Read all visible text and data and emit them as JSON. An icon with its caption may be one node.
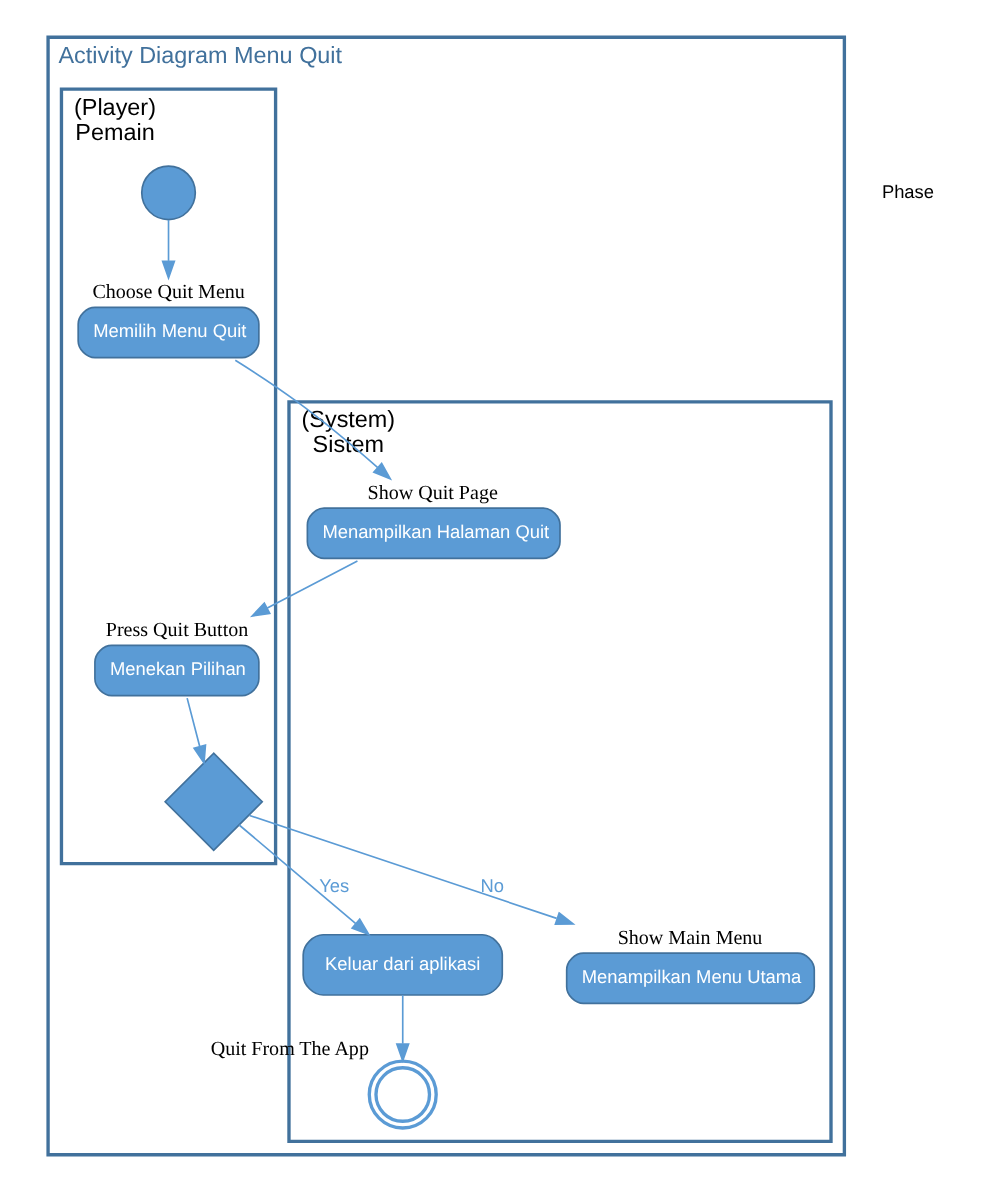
{
  "diagram": {
    "nodes": [
      {
        "text": [
          "Activity Diagram Menu Quit"
        ]
      },
      {
        "text": [
          "(Player)",
          "Pemain"
        ],
        "in": 0
      },
      {
        "text": [
          "(System)",
          "Sistem"
        ],
        "in": 0
      },
      {
        "text": [],
        "shape": "circle",
        "in": 1
      },
      {
        "text": [
          "Memilih Menu Quit"
        ],
        "beside": [
          "Choose Quit Menu"
        ],
        "in": 1
      },
      {
        "text": [
          "Menampilkan Halaman Quit"
        ],
        "beside": [
          "Show Quit Page"
        ],
        "in": 2
      },
      {
        "text": [
          "Menekan Pilihan"
        ],
        "beside": [
          "Press Quit Button"
        ],
        "in": 1
      },
      {
        "text": [],
        "shape": "diamond",
        "in": 1
      },
      {
        "text": [
          "Menampilkan Menu Utama"
        ],
        "beside": [
          "Show Main Menu"
        ],
        "in": 2
      },
      {
        "text": [
          "Keluar dari aplikasi"
        ],
        "in": 2
      },
      {
        "text": [],
        "shape": "circle",
        "beside": [
          "Quit From The App"
        ],
        "in": 2
      }
    ],
    "edges": [
      {
        "from": 3,
        "to": 4,
        "arrow": "to"
      },
      {
        "from": 4,
        "to": 5,
        "arrow": "to"
      },
      {
        "from": 5,
        "to": 6,
        "arrow": "to"
      },
      {
        "from": 6,
        "to": 7,
        "arrow": "to"
      },
      {
        "from": 7,
        "to": 8,
        "arrow": "to",
        "label": "No"
      },
      {
        "from": 7,
        "to": 9,
        "arrow": "to",
        "label": "Yes"
      },
      {
        "from": 9,
        "to": 10,
        "arrow": "to"
      }
    ],
    "labels": [
      "Phase"
    ]
  }
}
